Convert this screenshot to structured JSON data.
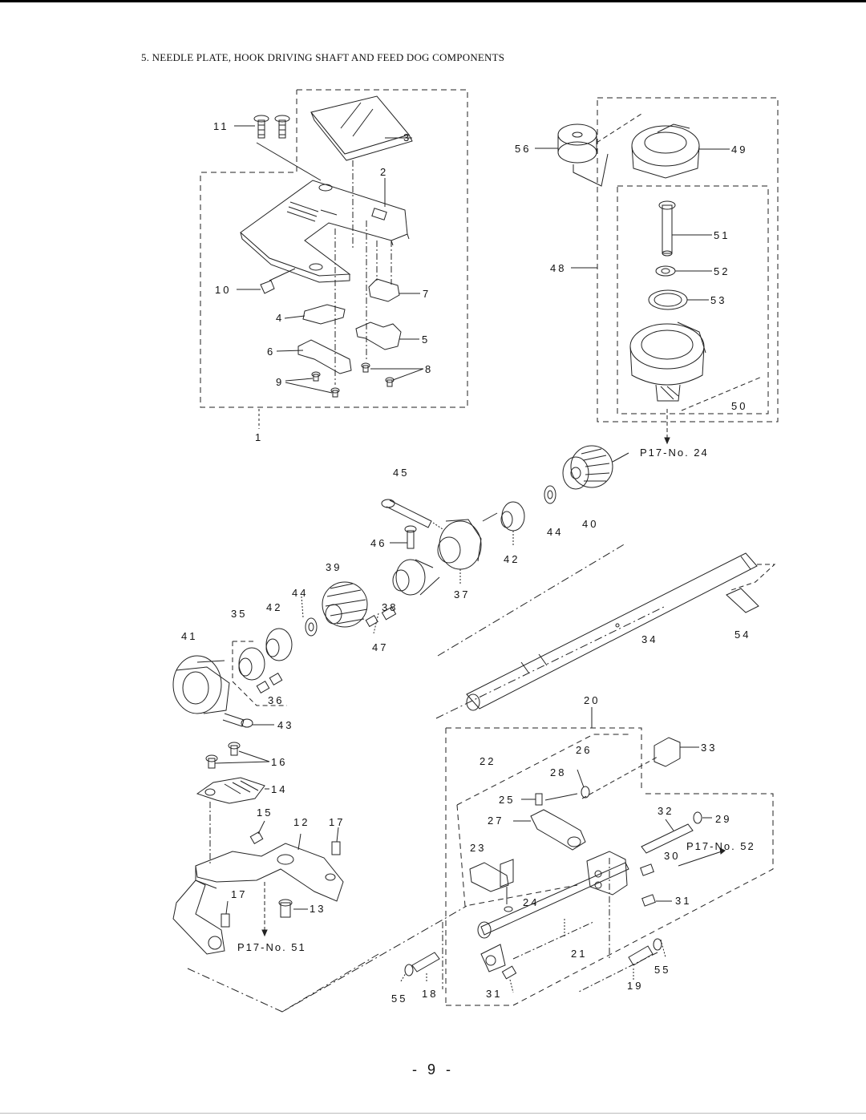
{
  "title": "5. NEEDLE PLATE, HOOK DRIVING SHAFT AND FEED DOG COMPONENTS",
  "page_number": "- 9 -",
  "parts": [
    {
      "id": "p1",
      "text": "1"
    },
    {
      "id": "p2",
      "text": "2"
    },
    {
      "id": "p3",
      "text": "3"
    },
    {
      "id": "p4",
      "text": "4"
    },
    {
      "id": "p5",
      "text": "5"
    },
    {
      "id": "p6",
      "text": "6"
    },
    {
      "id": "p7",
      "text": "7"
    },
    {
      "id": "p8",
      "text": "8"
    },
    {
      "id": "p9",
      "text": "9"
    },
    {
      "id": "p10",
      "text": "10"
    },
    {
      "id": "p11",
      "text": "11"
    },
    {
      "id": "p12",
      "text": "12"
    },
    {
      "id": "p13",
      "text": "13"
    },
    {
      "id": "p14",
      "text": "14"
    },
    {
      "id": "p15",
      "text": "15"
    },
    {
      "id": "p16",
      "text": "16"
    },
    {
      "id": "p17a",
      "text": "17"
    },
    {
      "id": "p17b",
      "text": "17"
    },
    {
      "id": "p18",
      "text": "18"
    },
    {
      "id": "p19",
      "text": "19"
    },
    {
      "id": "p20",
      "text": "20"
    },
    {
      "id": "p21",
      "text": "21"
    },
    {
      "id": "p22",
      "text": "22"
    },
    {
      "id": "p23",
      "text": "23"
    },
    {
      "id": "p24",
      "text": "24"
    },
    {
      "id": "p25",
      "text": "25"
    },
    {
      "id": "p26",
      "text": "26"
    },
    {
      "id": "p27",
      "text": "27"
    },
    {
      "id": "p28",
      "text": "28"
    },
    {
      "id": "p29",
      "text": "29"
    },
    {
      "id": "p30",
      "text": "30"
    },
    {
      "id": "p31a",
      "text": "31"
    },
    {
      "id": "p31b",
      "text": "31"
    },
    {
      "id": "p32",
      "text": "32"
    },
    {
      "id": "p33",
      "text": "33"
    },
    {
      "id": "p34",
      "text": "34"
    },
    {
      "id": "p35",
      "text": "35"
    },
    {
      "id": "p36",
      "text": "36"
    },
    {
      "id": "p37",
      "text": "37"
    },
    {
      "id": "p38",
      "text": "38"
    },
    {
      "id": "p39",
      "text": "39"
    },
    {
      "id": "p40",
      "text": "40"
    },
    {
      "id": "p41",
      "text": "41"
    },
    {
      "id": "p42a",
      "text": "42"
    },
    {
      "id": "p42b",
      "text": "42"
    },
    {
      "id": "p43",
      "text": "43"
    },
    {
      "id": "p44a",
      "text": "44"
    },
    {
      "id": "p44b",
      "text": "44"
    },
    {
      "id": "p45",
      "text": "45"
    },
    {
      "id": "p46",
      "text": "46"
    },
    {
      "id": "p47",
      "text": "47"
    },
    {
      "id": "p48",
      "text": "48"
    },
    {
      "id": "p49",
      "text": "49"
    },
    {
      "id": "p50",
      "text": "50"
    },
    {
      "id": "p51",
      "text": "51"
    },
    {
      "id": "p52",
      "text": "52"
    },
    {
      "id": "p53",
      "text": "53"
    },
    {
      "id": "p54",
      "text": "54"
    },
    {
      "id": "p55a",
      "text": "55"
    },
    {
      "id": "p55b",
      "text": "55"
    },
    {
      "id": "p56",
      "text": "56"
    }
  ],
  "references": [
    {
      "id": "r24",
      "text": "P17-No. 24"
    },
    {
      "id": "r51",
      "text": "P17-No. 51"
    },
    {
      "id": "r52",
      "text": "P17-No. 52"
    }
  ]
}
